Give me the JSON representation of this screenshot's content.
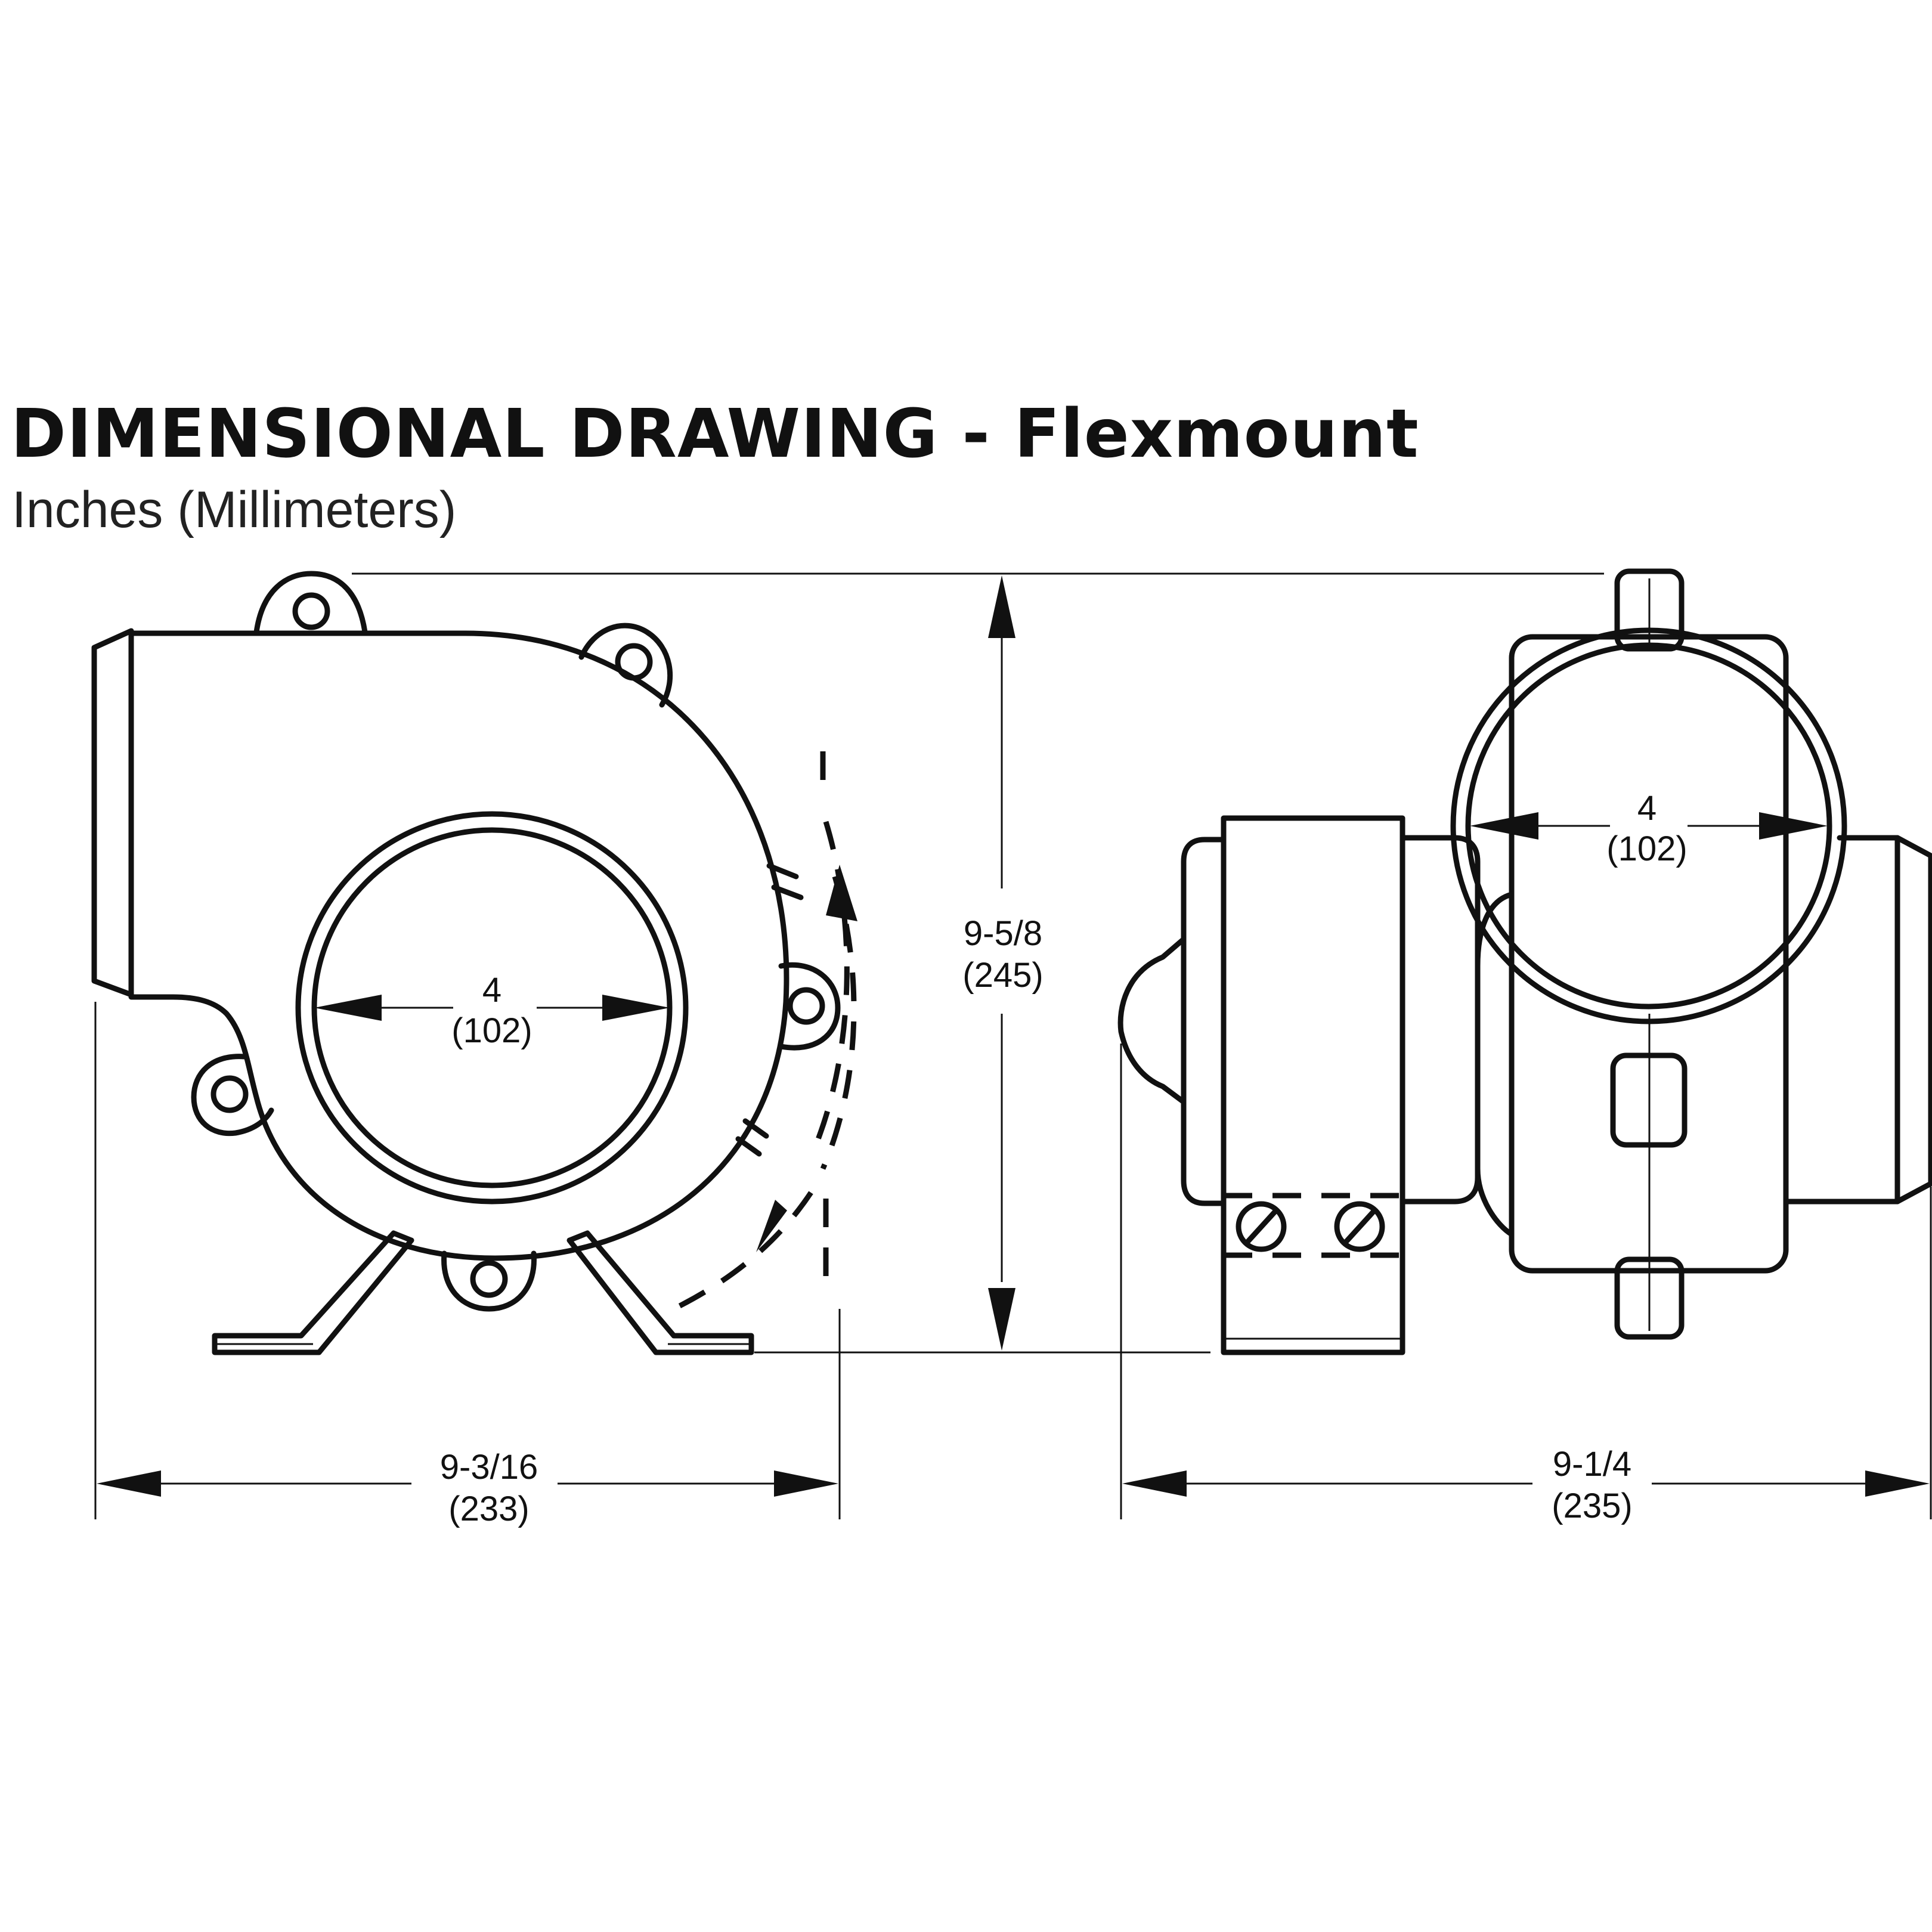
{
  "title": "DIMENSIONAL DRAWING - Flexmount",
  "subtitle": "Inches (Millimeters)",
  "dimensions": {
    "front_inlet": {
      "inches": "4",
      "mm": "(102)"
    },
    "height": {
      "inches": "9-5/8",
      "mm": "(245)"
    },
    "front_width": {
      "inches": "9-3/16",
      "mm": "(233)"
    },
    "side_outlet": {
      "inches": "4",
      "mm": "(102)"
    },
    "side_width": {
      "inches": "9-1/4",
      "mm": "(235)"
    }
  },
  "colors": {
    "line": "#111111",
    "background": "#ffffff"
  }
}
